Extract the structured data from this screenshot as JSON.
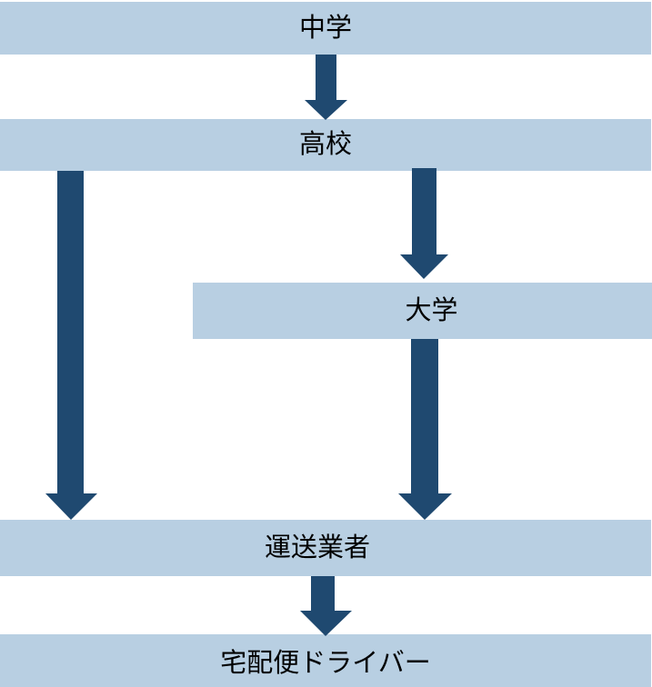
{
  "diagram": {
    "type": "career-path-flowchart",
    "colors": {
      "box_fill": "#B8CFE2",
      "arrow_fill": "#1F4970",
      "text": "#000000",
      "background": "#FFFFFF"
    },
    "nodes": [
      {
        "id": "junior-high",
        "label": "中学"
      },
      {
        "id": "high-school",
        "label": "高校"
      },
      {
        "id": "university",
        "label": "大学"
      },
      {
        "id": "carrier",
        "label": "運送業者"
      },
      {
        "id": "driver",
        "label": "宅配便ドライバー"
      }
    ],
    "edges": [
      {
        "from": "junior-high",
        "to": "high-school"
      },
      {
        "from": "high-school",
        "to": "university"
      },
      {
        "from": "high-school",
        "to": "carrier"
      },
      {
        "from": "university",
        "to": "carrier"
      },
      {
        "from": "carrier",
        "to": "driver"
      }
    ]
  }
}
